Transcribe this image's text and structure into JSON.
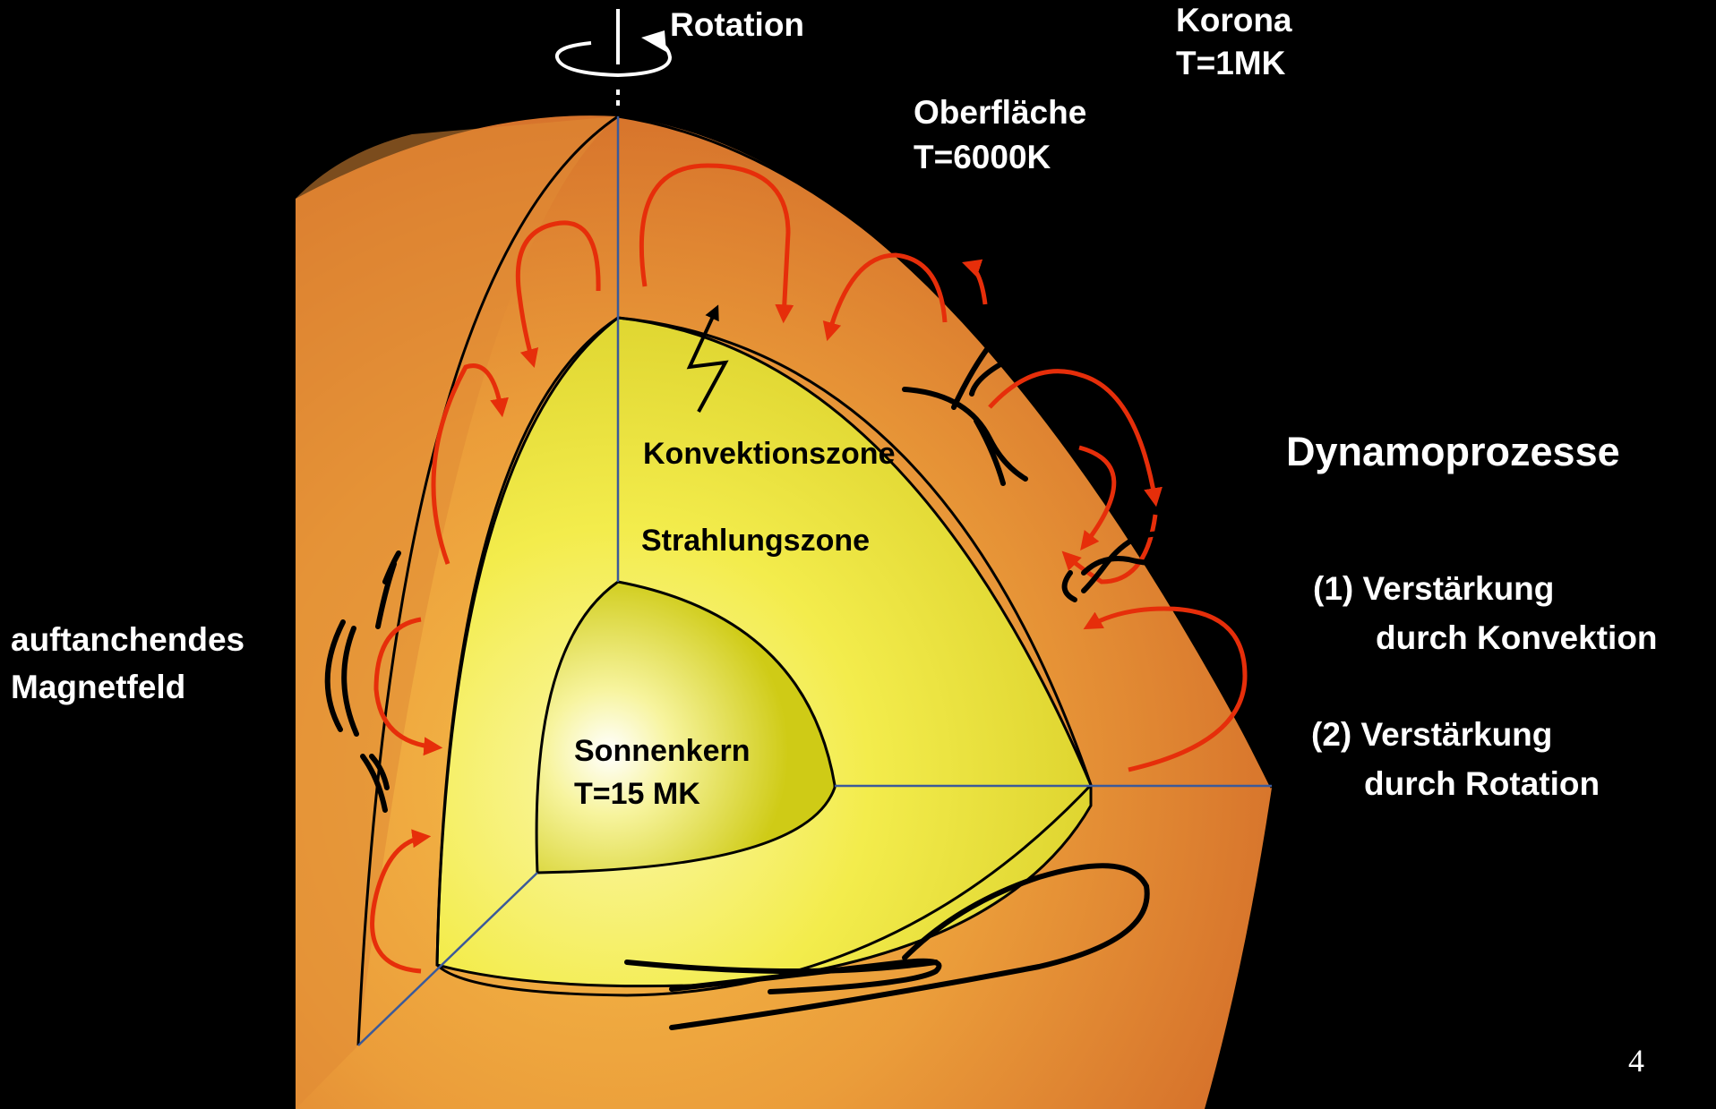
{
  "labels": {
    "rotation": "Rotation",
    "korona_line1": "Korona",
    "korona_line2": "T=1MK",
    "surface_line1": "Oberfläche",
    "surface_line2": "T=6000K",
    "convection_zone": "Konvektionszone",
    "radiation_zone": "Strahlungszone",
    "core_line1": "Sonnenkern",
    "core_line2": "T=15 MK",
    "rising_field_line1": "auftanchendes",
    "rising_field_line2": "Magnetfeld",
    "dynamo_title": "Dynamoprozesse",
    "item1_line1": "(1) Verstärkung",
    "item1_line2": "durch Konvektion",
    "item2_line1": "(2) Verstärkung",
    "item2_line2": "durch Rotation",
    "page_number": "4"
  },
  "colors": {
    "background": "#000000",
    "outer_orange": "#d9772e",
    "outer_light": "#f2b144",
    "radiation_yellow": "#f5ef4a",
    "core_olive": "#d0cc14",
    "core_center": "#ffffff",
    "arrow_red": "#e62e0a",
    "axis_blue": "#3b5a9a",
    "field_black": "#000000",
    "label_white": "#ffffff"
  },
  "icons": {
    "rotation_arrow": "rotation-arrow-icon",
    "photon_arrow": "zigzag-arrow-icon"
  }
}
